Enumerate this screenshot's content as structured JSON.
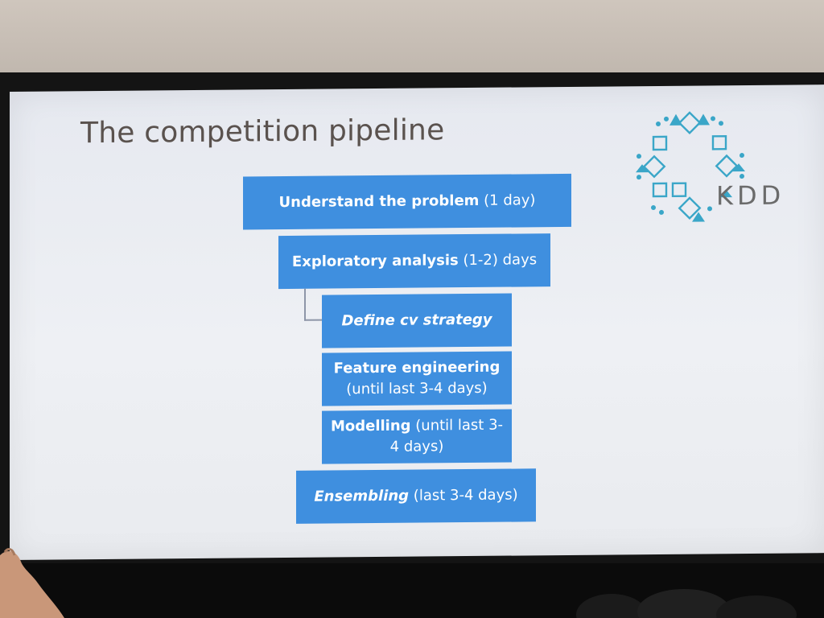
{
  "slide": {
    "title": "The competition pipeline",
    "steps": [
      {
        "bold": "Understand the problem",
        "rest": " (1 day)"
      },
      {
        "bold": "Exploratory analysis",
        "rest": " (1-2) days"
      },
      {
        "bold": "Define cv strategy",
        "rest": ""
      },
      {
        "bold": "Feature engineering",
        "rest": "(until last 3-4 days)"
      },
      {
        "bold": "Modelling",
        "rest": " (until last 3-4 days)"
      },
      {
        "bold": "Ensembling",
        "rest": " (last 3-4 days)"
      }
    ],
    "logo": {
      "text": "KDD",
      "icon": "kdd-logo-icon"
    },
    "colors": {
      "box": "#3f8fdf",
      "title": "#5a524e",
      "screen": "#eceef2"
    }
  }
}
